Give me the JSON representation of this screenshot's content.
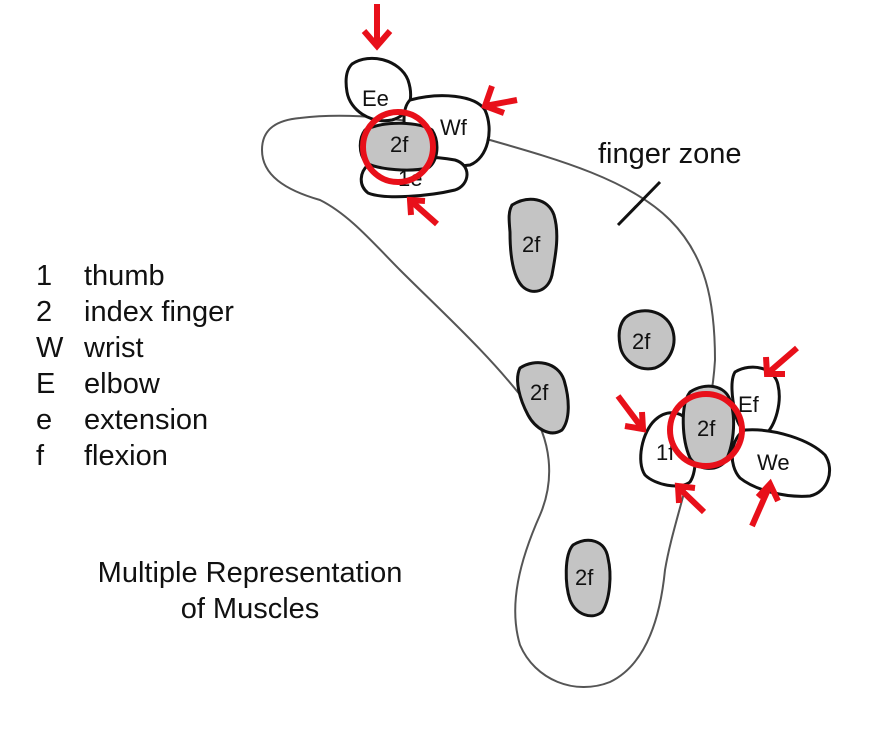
{
  "diagram": {
    "zone_label": "finger zone",
    "legend": [
      {
        "key": "1",
        "text": "thumb"
      },
      {
        "key": "2",
        "text": "index finger"
      },
      {
        "key": "W",
        "text": "wrist"
      },
      {
        "key": "E",
        "text": "elbow"
      },
      {
        "key": "e",
        "text": "extension"
      },
      {
        "key": "f",
        "text": "flexion"
      }
    ],
    "caption_line1": "Multiple Representation",
    "caption_line2": "of Muscles",
    "muscle_labels": {
      "ee": "Ee",
      "wf": "Wf",
      "index_top": "2f",
      "thumb_ext": "1e",
      "index_a": "2f",
      "index_b": "2f",
      "index_c": "2f",
      "index_d": "2f",
      "ef": "Ef",
      "index_cluster": "2f",
      "thumb_flex": "1f",
      "we": "We"
    },
    "colors": {
      "highlight": "#e8101a",
      "shaded_blob": "#c4c4c4",
      "outline": "#111111",
      "zone_outline": "#555555"
    }
  }
}
